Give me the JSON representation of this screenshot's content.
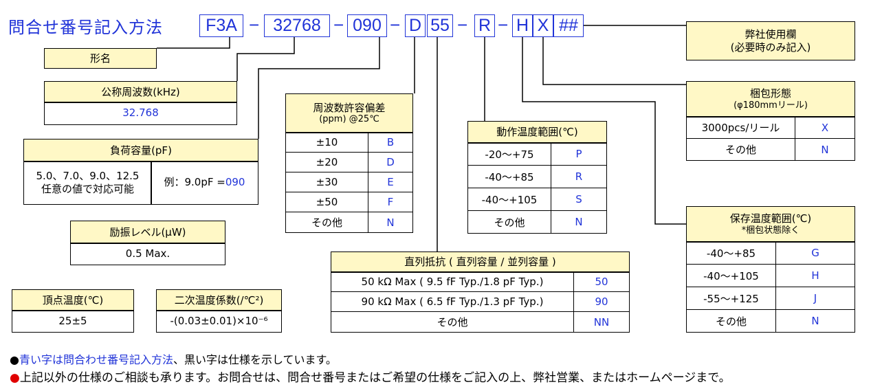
{
  "title": "問合せ番号記入方法",
  "code_segments": [
    "F3A",
    "32768",
    "090",
    "D",
    "55",
    "R",
    "H",
    "X",
    "##"
  ],
  "dash": "−",
  "boxes": {
    "model": {
      "header": "形名"
    },
    "frequency": {
      "header": "公称周波数(kHz)",
      "value": "32.768"
    },
    "load": {
      "header": "負荷容量(pF)",
      "left": "5.0、7.0、9.0、12.5\n任意の値で対応可能",
      "example_label": "例：9.0pF = ",
      "example_code": "090"
    },
    "drive": {
      "header": "励振レベル(μW)",
      "value": "0.5 Max."
    },
    "turnover": {
      "header": "頂点温度(℃)",
      "value": "25±5"
    },
    "coefficient": {
      "header": "二次温度係数(/℃²)",
      "value": "-(0.03±0.01)×10⁻⁶"
    },
    "tolerance": {
      "header": "周波数許容偏差",
      "sub": "(ppm) @25℃",
      "rows": [
        {
          "label": "±10",
          "code": "B"
        },
        {
          "label": "±20",
          "code": "D"
        },
        {
          "label": "±30",
          "code": "E"
        },
        {
          "label": "±50",
          "code": "F"
        },
        {
          "label": "その他",
          "code": "N"
        }
      ]
    },
    "resistance": {
      "header": "直列抵抗 ( 直列容量 / 並列容量 )",
      "rows": [
        {
          "label": "50 kΩ  Max ( 9.5 fF Typ./1.8 pF Typ.)",
          "code": "50"
        },
        {
          "label": "90 kΩ  Max ( 6.5 fF Typ./1.3 pF Typ.)",
          "code": "90"
        },
        {
          "label": "その他",
          "code": "NN"
        }
      ]
    },
    "operating": {
      "header": "動作温度範囲(℃)",
      "rows": [
        {
          "label": "-20～+75",
          "code": "P"
        },
        {
          "label": "-40～+85",
          "code": "R"
        },
        {
          "label": "-40～+105",
          "code": "S"
        },
        {
          "label": "その他",
          "code": "N"
        }
      ]
    },
    "company": {
      "header": "弊社使用欄",
      "sub": "(必要時のみ記入)"
    },
    "packing": {
      "header": "梱包形態",
      "sub": "(φ180mmリール)",
      "rows": [
        {
          "label": "3000pcs/リール",
          "code": "X"
        },
        {
          "label": "その他",
          "code": "N"
        }
      ]
    },
    "storage": {
      "header": "保存温度範囲(℃)",
      "sub": "*梱包状態除く",
      "rows": [
        {
          "label": "-40～+85",
          "code": "G"
        },
        {
          "label": "-40～+105",
          "code": "H"
        },
        {
          "label": "-55～+125",
          "code": "J"
        },
        {
          "label": "その他",
          "code": "N"
        }
      ]
    }
  },
  "notes": {
    "note1_blue": "青い字は問合わせ番号記入方法",
    "note1_black": "、黒い字は仕様を示しています。",
    "note2": "上記以外の仕様のご相談も承ります。お問合せは、問合せ番号またはご希望の仕様をご記入の上、弊社営業、またはホームページまで。",
    "bullet": "●"
  },
  "colors": {
    "blue": "#2033d8",
    "header_fill": "#fff8c6",
    "red": "#e00000"
  }
}
